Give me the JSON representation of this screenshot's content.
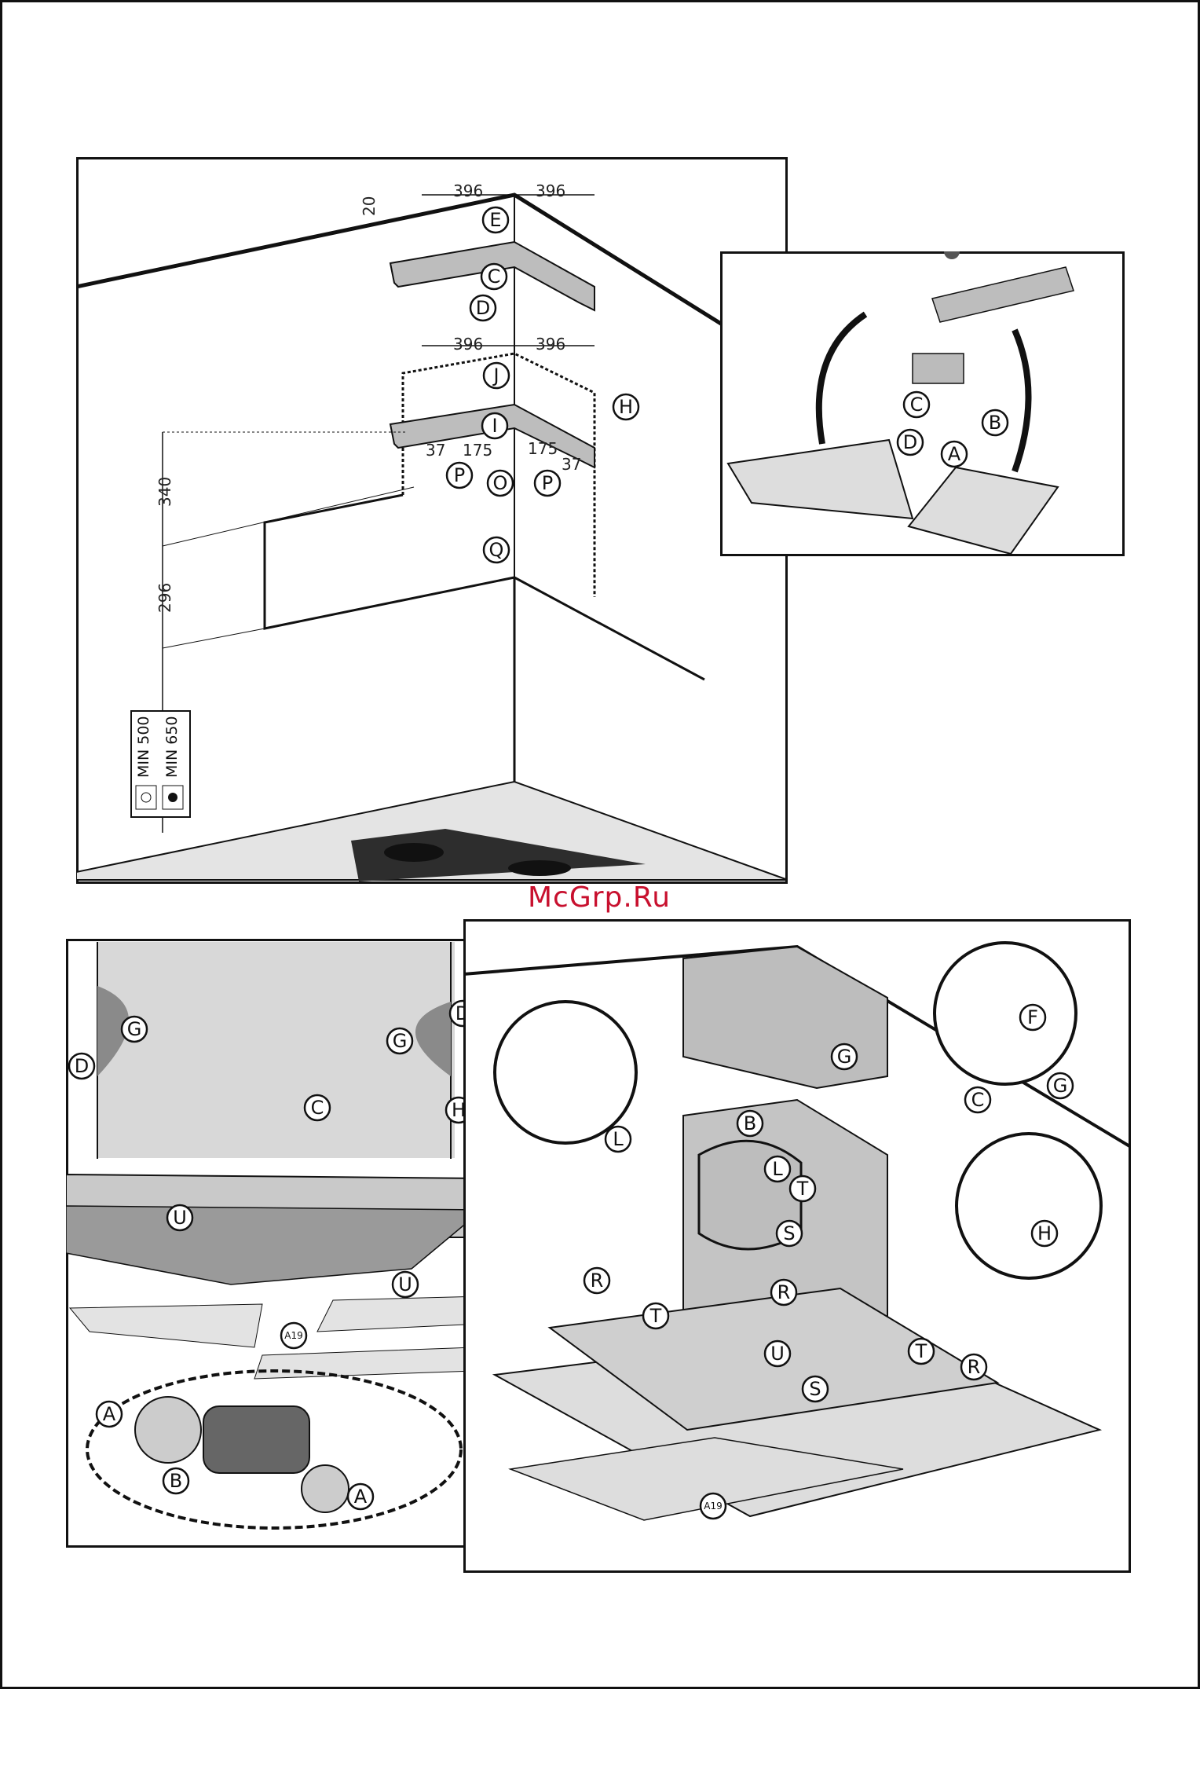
{
  "watermark": "McGrp.Ru",
  "panel1": {
    "dims": {
      "top_left": "396",
      "top_right": "396",
      "vertical_20": "20",
      "mid_left": "396",
      "mid_right": "396",
      "d175_left": "175",
      "d175_right": "175",
      "d37_left": "37",
      "d37_right": "37",
      "d340": "340",
      "d296": "296"
    },
    "labels": {
      "E": "E",
      "C": "C",
      "D": "D",
      "J": "J",
      "H": "H",
      "I": "I",
      "P1": "P",
      "O": "O",
      "P2": "P",
      "Q": "Q"
    },
    "min_gas": "MIN 500",
    "min_electric": "MIN 650"
  },
  "panel2": {
    "labels": {
      "C": "C",
      "B": "B",
      "D": "D",
      "A": "A"
    }
  },
  "panel3": {
    "labels": {
      "G1": "G",
      "D1": "D",
      "G2": "G",
      "D2": "D",
      "C": "C",
      "H": "H",
      "U1": "U",
      "U2": "U",
      "A19": "A19",
      "A1": "A",
      "B": "B",
      "A2": "A"
    }
  },
  "panel4": {
    "labels": {
      "G1": "G",
      "F": "F",
      "C": "C",
      "G2": "G",
      "B": "B",
      "L1": "L",
      "L2": "L",
      "T1": "T",
      "S1": "S",
      "H": "H",
      "R1": "R",
      "R2": "R",
      "T2": "T",
      "U": "U",
      "T3": "T",
      "R3": "R",
      "S2": "S",
      "A19": "A19"
    }
  },
  "colors": {
    "line": "#111111",
    "panel_gray": "#cfcfcf",
    "dark_gray": "#8a8a8a",
    "watermark": "#c8102e"
  }
}
